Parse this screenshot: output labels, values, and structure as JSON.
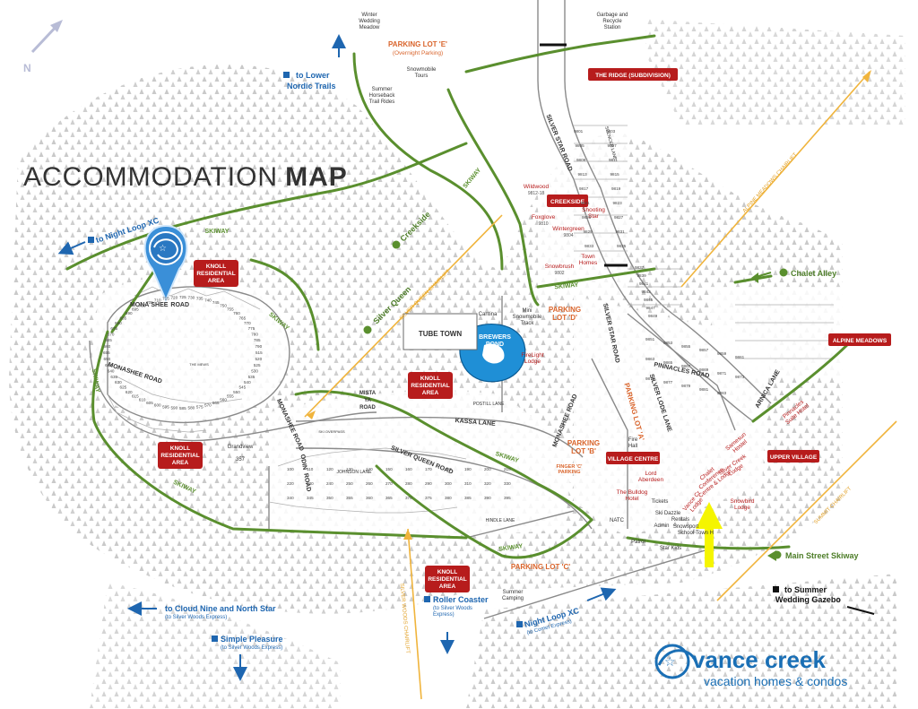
{
  "title": {
    "part1": "ACCOMMODATION",
    "part2": "MAP"
  },
  "compass": "N",
  "region_labels": {
    "knoll_1": [
      "KNOLL",
      "RESIDENTIAL",
      "AREA"
    ],
    "knoll_2": [
      "KNOLL",
      "RESIDENTIAL",
      "AREA"
    ],
    "knoll_3": [
      "KNOLL",
      "RESIDENTIAL",
      "AREA"
    ],
    "knoll_4": [
      "KNOLL",
      "RESIDENTIAL",
      "AREA"
    ],
    "creekside": "CREEKSIDE",
    "the_ridge": "THE RIDGE (SUBDIVISION)",
    "alpine_meadows": "ALPINE MEADOWS",
    "village_centre": "VILLAGE CENTRE",
    "upper_village": "UPPER VILLAGE"
  },
  "parking_lots": {
    "e": [
      "PARKING LOT 'E'",
      "(Overnight Parking)"
    ],
    "d": [
      "PARKING",
      "LOT 'D'"
    ],
    "a": "PARKING LOT 'A'",
    "b": [
      "PARKING",
      "LOT 'B'"
    ],
    "c": "PARKING LOT 'C'",
    "finger_c": [
      "FINGER 'C'",
      "PARKING"
    ]
  },
  "roads": {
    "silver_star": "SILVER STAR ROAD",
    "silver_star_2": "SILVER STAR ROAD",
    "monashee_top": [
      "MONA",
      "SHEE",
      "ROAD"
    ],
    "monashee_left": "MONASHEE ROAD",
    "monashee_mid": "MONASHEE ROAD",
    "monashee_right": "MONASHEE ROAD",
    "mistaya": [
      "MISTA",
      "YA",
      "ROAD"
    ],
    "kassa": "KASSA LANE",
    "silver_queen": "SILVER QUEEN ROAD",
    "odin": [
      "ODIN",
      "ROAD"
    ],
    "pinnacles": "PINNACLES ROAD",
    "silver_lode": "SILVER LODE LANE",
    "arnica": "ARNICA LANE",
    "spencer": "SPENCER LANE",
    "johnson": "JOHNSON LANE",
    "postill": "POSTILL LANE",
    "hindle": "HINDLE LANE",
    "ski_overpass": "SKI OVERPASS"
  },
  "skiways": {
    "s1": "SKIWAY",
    "s2": "SKIWAY",
    "s3": "SKIWAY",
    "s4": "SKIWAY",
    "s5": "SKIWAY",
    "s6": "SKIWAY",
    "s7": "SKIWAY",
    "s8": "SKIWAY",
    "s9": "SKIWAY"
  },
  "trails": {
    "creekside": "Creekside",
    "silver_queen": "Silver Queen",
    "chalet_alley": "Chalet Alley",
    "main_street": "Main Street Skiway"
  },
  "chairlifts": {
    "silver_queen": "SILVER QUEEN CHAIRLIFT",
    "alpine_meadows": "ALPINE MEADOWS CHAIRLIFT",
    "summit": "SUMMIT CHAIRLIFT",
    "silver_woods": "SILVER WOODS CHAIRLIFT"
  },
  "directions": {
    "lower_nordic": [
      "to Lower",
      "Nordic Trails"
    ],
    "night_loop_left": "to Night Loop XC",
    "cloud_nine": [
      "to Cloud Nine and North Star",
      "(to Silver Woods Express)"
    ],
    "simple_pleasure": [
      "Simple Pleasure",
      "(to Silver Woods Express)"
    ],
    "roller_coaster": [
      "Roller Coaster",
      "(to Silver Woods",
      "Express)"
    ],
    "night_loop_right": [
      "Night Loop XC",
      "(to Comet Express)"
    ],
    "summer_gazebo": [
      "to Summer",
      "Wedding Gazebo"
    ]
  },
  "places": {
    "winter_wedding": [
      "Winter",
      "Wedding",
      "Meadow"
    ],
    "garbage": [
      "Garbage and",
      "Recycle",
      "Station"
    ],
    "snowmobile_tours": [
      "Snowmobile",
      "Tours"
    ],
    "horseback": [
      "Summer",
      "Horseback",
      "Trail Rides"
    ],
    "tube_town": "TUBE TOWN",
    "cantina": "Cantina",
    "mini_snowmobile": [
      "Mini",
      "Snowmobile",
      "Track"
    ],
    "brewers_pond": [
      "BREWERS",
      "POND"
    ],
    "firelight": [
      "FireLight",
      "Lodge"
    ],
    "wildwood": [
      "Wildwood",
      "9812-18"
    ],
    "foxglove": [
      "Foxglove",
      "9810"
    ],
    "shooting_star": [
      "Shooting",
      "Star"
    ],
    "wintergreen": [
      "Wintergreen",
      "9804"
    ],
    "snowbrush": [
      "Snowbrush",
      "9802"
    ],
    "town_homes": [
      "Town",
      "Homes"
    ],
    "grandview": [
      "Grandview",
      "357"
    ],
    "summer_camping": [
      "Summer",
      "Camping"
    ],
    "fire_hall": [
      "Fire",
      "Hall"
    ],
    "bulldog": [
      "The Bulldog",
      "Hotel"
    ],
    "lord_aberdeen": [
      "Lord",
      "Aberdeen"
    ],
    "vance_creek_lodge": [
      "Vance Cr",
      "Lodge"
    ],
    "chalet_conference": [
      "Chalet",
      "Conference",
      "Centre & Lodge"
    ],
    "silver_creek": [
      "Silver Creek",
      "Lodge"
    ],
    "samesun": [
      "Samesun",
      "Hostel"
    ],
    "pinnacles_suite": [
      "Pinnacles",
      "Suite Hotel"
    ],
    "snowbird": [
      "Snowbird",
      "Lodge"
    ],
    "tickets": "Tickets",
    "ski_dazzle": "Ski Dazzle",
    "rentals": "Rentals",
    "snowsport": [
      "Snowsport",
      "School"
    ],
    "town_h": "Town H",
    "admin": "Admin",
    "patrol": "Patrol",
    "star_kids": "Star Kids",
    "natc": "NATC",
    "the_mews": "THE MEWS"
  },
  "logo": {
    "brand": "vance creek",
    "tagline": "vacation homes & condos"
  },
  "lot_numbers": {
    "silver_star": [
      "9801",
      "9803",
      "9805",
      "9807",
      "9809",
      "9811",
      "9813",
      "9815",
      "9817",
      "9819",
      "9821",
      "9823",
      "9825",
      "9827",
      "9829",
      "9831",
      "9833",
      "9835"
    ],
    "silver_star_ridge": [
      "9837",
      "9839",
      "9841",
      "9843",
      "9845",
      "9847",
      "9849"
    ],
    "pinnacles": [
      "9851",
      "9853",
      "9855",
      "9857",
      "9859",
      "9861",
      "9863",
      "9865",
      "9867",
      "9869",
      "9871",
      "9873",
      "9875",
      "9877",
      "9879",
      "9881",
      "9883"
    ],
    "monashee_loop": [
      "515",
      "520",
      "525",
      "530",
      "535",
      "540",
      "545",
      "550",
      "555",
      "560",
      "565",
      "570",
      "575",
      "580",
      "585",
      "590",
      "595",
      "600",
      "605",
      "610",
      "615",
      "620",
      "625",
      "630",
      "635",
      "640",
      "645",
      "650",
      "655",
      "660",
      "665",
      "670",
      "675",
      "680",
      "685",
      "690",
      "695",
      "700",
      "705",
      "710",
      "715",
      "720",
      "725",
      "730",
      "735",
      "740",
      "745",
      "750",
      "755",
      "760",
      "765",
      "770",
      "775",
      "780",
      "785",
      "790"
    ],
    "lower": [
      "100",
      "110",
      "120",
      "130",
      "140",
      "150",
      "160",
      "170",
      "180",
      "190",
      "200",
      "210",
      "220",
      "230",
      "240",
      "250",
      "260",
      "270",
      "280",
      "290",
      "300",
      "310",
      "320",
      "330",
      "340",
      "345",
      "350",
      "355",
      "360",
      "365",
      "370",
      "375",
      "380",
      "385",
      "390",
      "395"
    ]
  },
  "colors": {
    "skiway": "#5a8f2e",
    "lift": "#f0b43c",
    "parking": "#d9642b",
    "badge": "#b71c1c",
    "blue": "#1e66b0",
    "logo": "#1a6fb5",
    "highlight": "#f5f500"
  }
}
